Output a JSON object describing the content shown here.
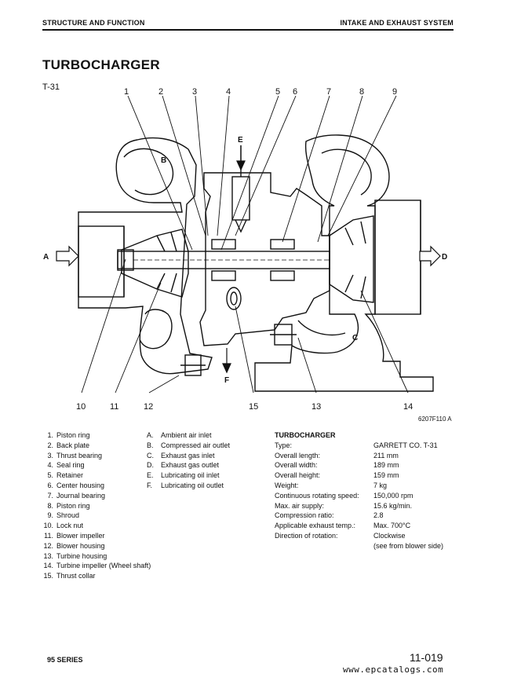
{
  "header": {
    "left": "STRUCTURE AND FUNCTION",
    "right": "INTAKE AND EXHAUST SYSTEM"
  },
  "title": "TURBOCHARGER",
  "model_label": "T-31",
  "figure": {
    "code": "6207F110 A",
    "callouts_top": [
      "1",
      "2",
      "3",
      "4",
      "5",
      "6",
      "7",
      "8",
      "9"
    ],
    "callouts_bottom": [
      "10",
      "11",
      "12",
      "15",
      "13",
      "14"
    ],
    "flow_labels": {
      "A": "A",
      "B": "B",
      "C": "C",
      "D": "D",
      "E": "E",
      "F": "F"
    }
  },
  "parts": [
    {
      "num": "1.",
      "name": "Piston ring"
    },
    {
      "num": "2.",
      "name": "Back plate"
    },
    {
      "num": "3.",
      "name": "Thrust bearing"
    },
    {
      "num": "4.",
      "name": "Seal ring"
    },
    {
      "num": "5.",
      "name": "Retainer"
    },
    {
      "num": "6.",
      "name": "Center housing"
    },
    {
      "num": "7.",
      "name": "Journal bearing"
    },
    {
      "num": "8.",
      "name": "Piston ring"
    },
    {
      "num": "9.",
      "name": "Shroud"
    },
    {
      "num": "10.",
      "name": "Lock nut"
    },
    {
      "num": "11.",
      "name": "Blower impeller"
    },
    {
      "num": "12.",
      "name": "Blower housing"
    },
    {
      "num": "13.",
      "name": "Turbine housing"
    },
    {
      "num": "14.",
      "name": "Turbine impeller (Wheel shaft)"
    },
    {
      "num": "15.",
      "name": "Thrust collar"
    }
  ],
  "flows": [
    {
      "key": "A.",
      "name": "Ambient air inlet"
    },
    {
      "key": "B.",
      "name": "Compressed air outlet"
    },
    {
      "key": "C.",
      "name": "Exhaust gas inlet"
    },
    {
      "key": "D.",
      "name": "Exhaust gas outlet"
    },
    {
      "key": "E.",
      "name": "Lubricating oil inlet"
    },
    {
      "key": "F.",
      "name": "Lubricating oil outlet"
    }
  ],
  "specs": {
    "heading": "TURBOCHARGER",
    "rows": [
      {
        "label": "Type:",
        "value": "GARRETT CO. T-31"
      },
      {
        "label": "Overall length:",
        "value": "211 mm"
      },
      {
        "label": "Overall width:",
        "value": "189 mm"
      },
      {
        "label": "Overall height:",
        "value": "159 mm"
      },
      {
        "label": "Weight:",
        "value": "7 kg"
      },
      {
        "label": "Continuous rotating speed:",
        "value": "150,000 rpm"
      },
      {
        "label": "Max. air supply:",
        "value": "15.6 kg/min."
      },
      {
        "label": "Compression ratio:",
        "value": "2.8"
      },
      {
        "label": "Applicable exhaust temp.:",
        "value": "Max. 700°C"
      },
      {
        "label": "Direction of rotation:",
        "value": "Clockwise"
      },
      {
        "label": "",
        "value": "(see from blower side)"
      }
    ]
  },
  "footer": {
    "series": "95 SERIES",
    "page": "11-019",
    "watermark": "www.epcatalogs.com"
  }
}
